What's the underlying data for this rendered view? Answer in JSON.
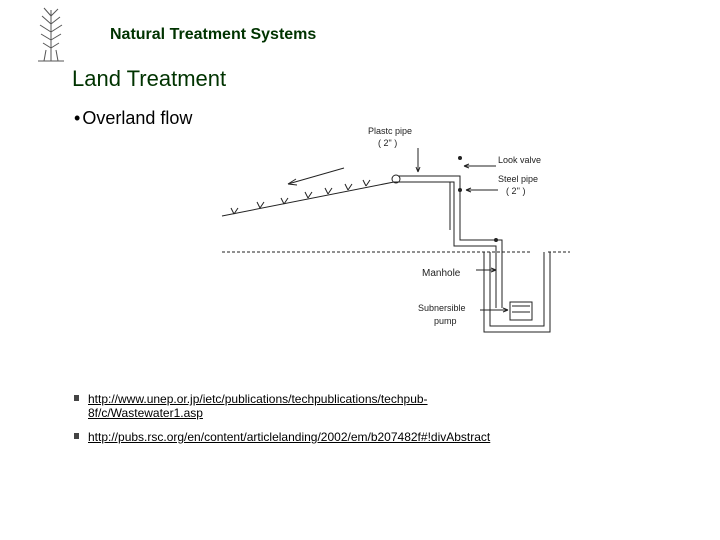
{
  "header": {
    "title": "Natural Treatment Systems",
    "logo_icon": "reed-plant-icon"
  },
  "slide": {
    "title": "Land Treatment",
    "bullet_marker": "•",
    "bullet": "Overland flow"
  },
  "diagram": {
    "labels": {
      "plastic_pipe": "Plastc pipe",
      "plastic_pipe_size": "( 2\" )",
      "lock_valve": "Look valve",
      "steel_pipe": "Steel pipe",
      "steel_pipe_size": "( 2'' )",
      "manhole": "Manhole",
      "submersible_line1": "Subnersible",
      "submersible_line2": "pump"
    }
  },
  "references": [
    {
      "line1": "http://www.unep.or.jp/ietc/publications/techpublications/techpub-",
      "line2": "8f/c/Wastewater1.asp"
    },
    {
      "line1": "http://pubs.rsc.org/en/content/articlelanding/2002/em/b207482f#!divAbstract",
      "line2": ""
    }
  ]
}
